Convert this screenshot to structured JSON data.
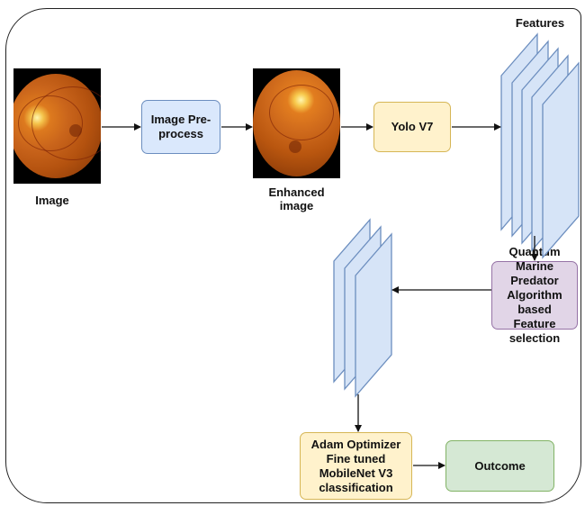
{
  "labels": {
    "image": "Image",
    "enhanced_image": "Enhanced image",
    "features": "Features"
  },
  "nodes": {
    "preprocess": "Image Pre-process",
    "yolo": "Yolo V7",
    "qmpa": "Quantum Marine Predator Algorithm based Feature selection",
    "adam": "Adam Optimizer Fine tuned MobileNet V3 classification",
    "outcome": "Outcome"
  },
  "colors": {
    "blue_fill": "#dae8fc",
    "yellow_fill": "#fff2cc",
    "purple_fill": "#e1d5e7",
    "green_fill": "#d5e8d4",
    "feature_map": "#d6e4f7"
  }
}
